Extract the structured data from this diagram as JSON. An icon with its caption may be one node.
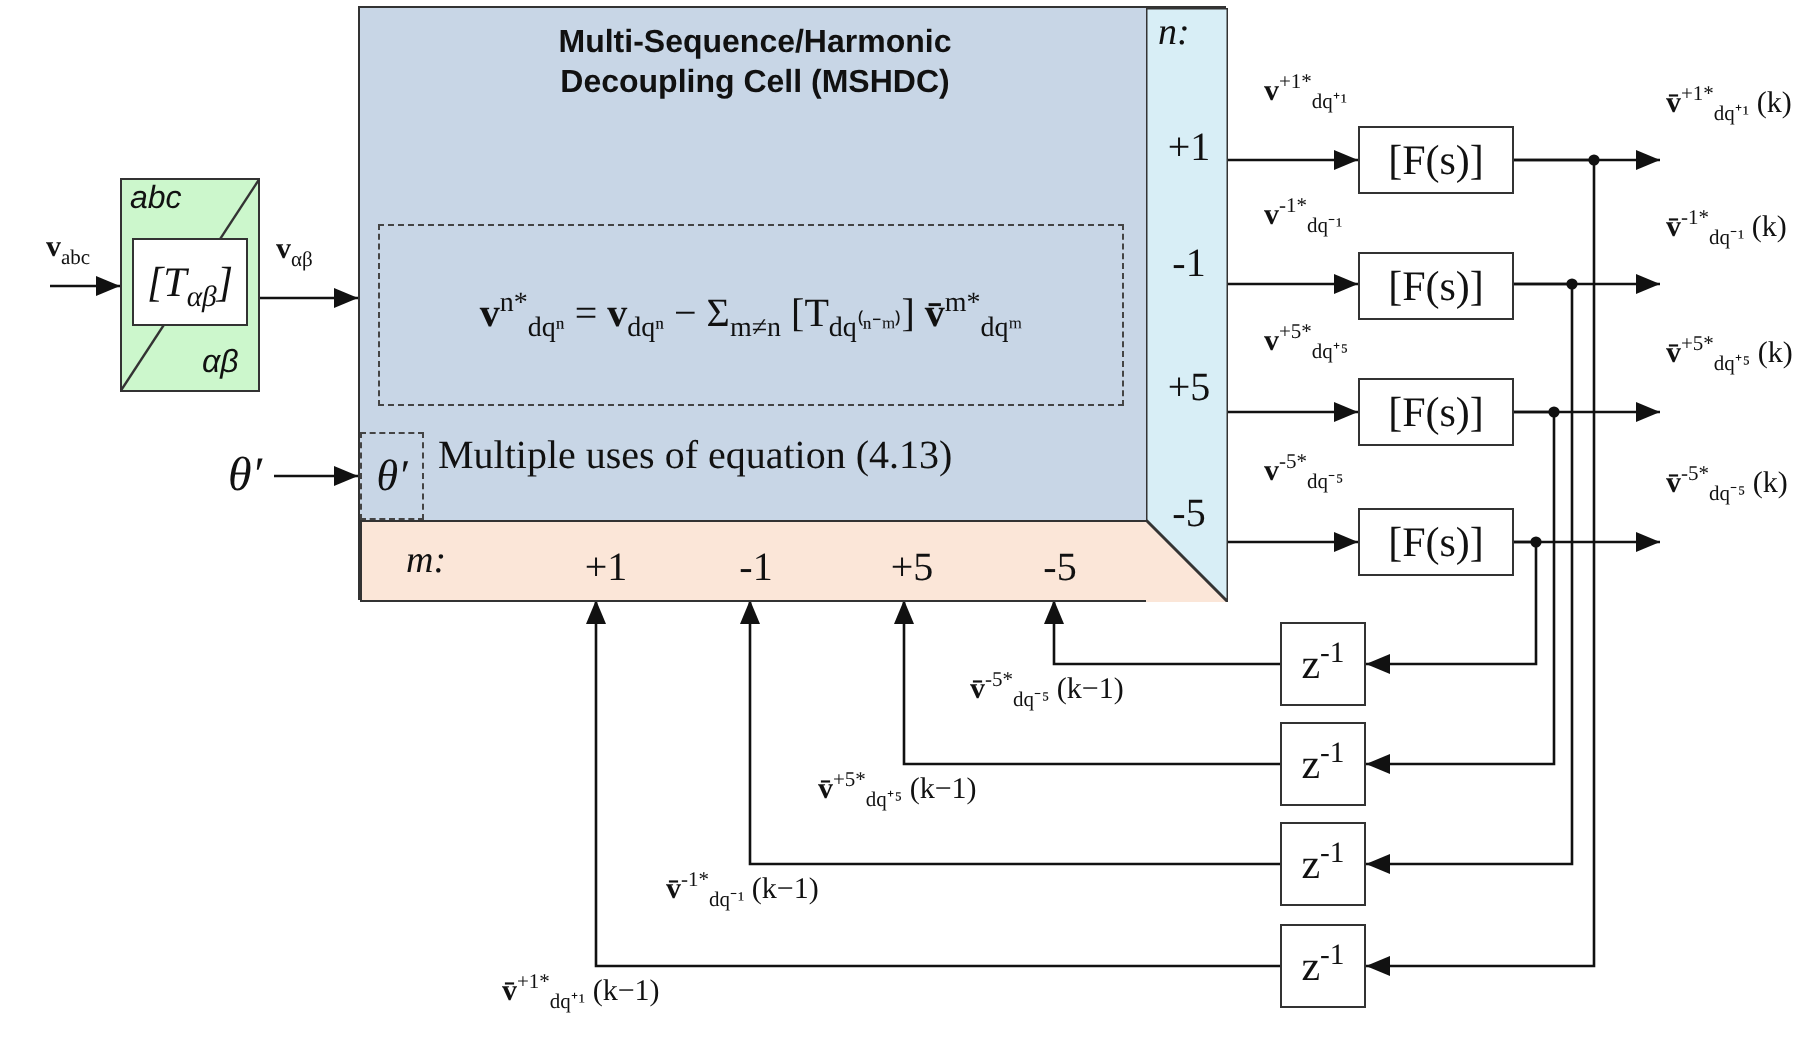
{
  "diagram": {
    "nodes": [
      {
        "text": [
          "abc",
          "[T$_{αβ}$]",
          "αβ"
        ]
      },
      {
        "text": [
          "Multi-Sequence/Harmonic Decoupling Cell (MSHDC)",
          "Multiple uses of equation (4.13)"
        ]
      },
      {
        "text": [
          "**v**$^{n*}$$_{dqⁿ}$ = **v**$_{dqⁿ}$ − Σ$_{m≠n}$ [T$_{dq⁽ⁿ⁻ᵐ⁾}$] **v̄**$^{m*}$$_{dqᵐ}$"
        ],
        "in": 1
      },
      {
        "text": [
          "θ′"
        ],
        "in": 1
      },
      {
        "text": [
          "n:"
        ],
        "in": 1
      },
      {
        "text": [
          "+1"
        ],
        "in": 4
      },
      {
        "text": [
          "-1"
        ],
        "in": 4
      },
      {
        "text": [
          "+5"
        ],
        "in": 4
      },
      {
        "text": [
          "-5"
        ],
        "in": 4
      },
      {
        "text": [
          "m:"
        ],
        "in": 1
      },
      {
        "text": [
          "+1"
        ],
        "in": 9
      },
      {
        "text": [
          "-1"
        ],
        "in": 9
      },
      {
        "text": [
          "+5"
        ],
        "in": 9
      },
      {
        "text": [
          "-5"
        ],
        "in": 9
      },
      {
        "text": [
          "[F(s)]"
        ]
      },
      {
        "text": [
          "[F(s)]"
        ]
      },
      {
        "text": [
          "[F(s)]"
        ]
      },
      {
        "text": [
          "[F(s)]"
        ]
      },
      {
        "text": [
          "z$^{-1}$"
        ]
      },
      {
        "text": [
          "z$^{-1}$"
        ]
      },
      {
        "text": [
          "z$^{-1}$"
        ]
      },
      {
        "text": [
          "z$^{-1}$"
        ]
      }
    ],
    "edges": [
      {
        "from": null,
        "to": 0,
        "arrow": "to",
        "label": "**v**$_{abc}$"
      },
      {
        "from": 0,
        "to": 1,
        "arrow": "to",
        "label": "**v**$_{αβ}$"
      },
      {
        "from": null,
        "to": 3,
        "arrow": "to",
        "label": "θ′"
      },
      {
        "from": 5,
        "to": 14,
        "arrow": "to",
        "label": "**v**$^{+1*}$$_{dq⁺¹}$"
      },
      {
        "from": 6,
        "to": 15,
        "arrow": "to",
        "label": "**v**$^{-1*}$$_{dq⁻¹}$"
      },
      {
        "from": 7,
        "to": 16,
        "arrow": "to",
        "label": "**v**$^{+5*}$$_{dq⁺⁵}$"
      },
      {
        "from": 8,
        "to": 17,
        "arrow": "to",
        "label": "**v**$^{-5*}$$_{dq⁻⁵}$"
      },
      {
        "from": 14,
        "to": null,
        "arrow": "to",
        "label": "**v̄**$^{+1*}$$_{dq⁺¹}$ (k)"
      },
      {
        "from": 15,
        "to": null,
        "arrow": "to",
        "label": "**v̄**$^{-1*}$$_{dq⁻¹}$ (k)"
      },
      {
        "from": 16,
        "to": null,
        "arrow": "to",
        "label": "**v̄**$^{+5*}$$_{dq⁺⁵}$ (k)"
      },
      {
        "from": 17,
        "to": null,
        "arrow": "to",
        "label": "**v̄**$^{-5*}$$_{dq⁻⁵}$ (k)"
      },
      {
        "from": 17,
        "to": 18,
        "arrow": "to"
      },
      {
        "from": 16,
        "to": 19,
        "arrow": "to"
      },
      {
        "from": 15,
        "to": 20,
        "arrow": "to"
      },
      {
        "from": 14,
        "to": 21,
        "arrow": "to"
      },
      {
        "from": 18,
        "to": 13,
        "arrow": "to",
        "label": "**v̄**$^{-5*}$$_{dq⁻⁵}$ (k−1)"
      },
      {
        "from": 19,
        "to": 12,
        "arrow": "to",
        "label": "**v̄**$^{+5*}$$_{dq⁺⁵}$ (k−1)"
      },
      {
        "from": 20,
        "to": 11,
        "arrow": "to",
        "label": "**v̄**$^{-1*}$$_{dq⁻¹}$ (k−1)"
      },
      {
        "from": 21,
        "to": 10,
        "arrow": "to",
        "label": "**v̄**$^{+1*}$$_{dq⁺¹}$ (k−1)"
      }
    ]
  }
}
